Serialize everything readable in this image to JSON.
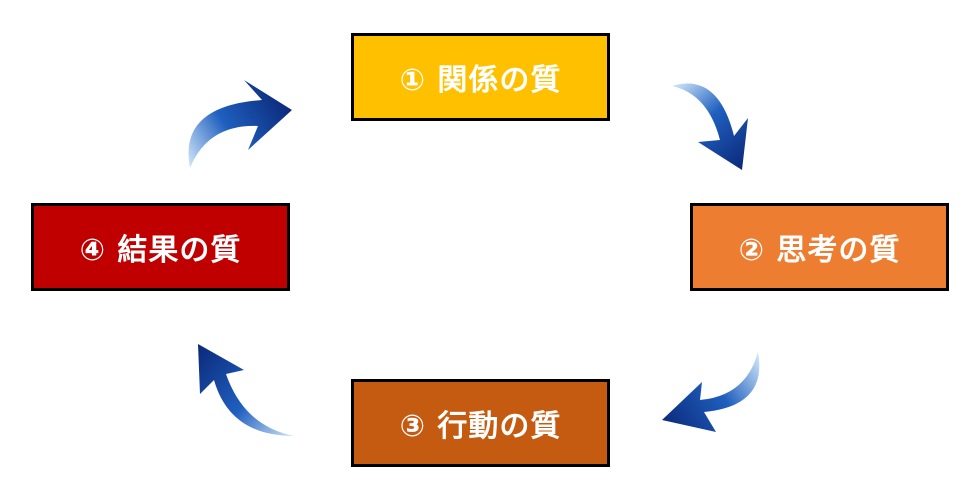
{
  "cycle": {
    "steps": [
      {
        "label": "① 関係の質",
        "color": "#FFC000"
      },
      {
        "label": "② 思考の質",
        "color": "#ED7D31"
      },
      {
        "label": "③ 行動の質",
        "color": "#C55A11"
      },
      {
        "label": "④ 結果の質",
        "color": "#C00000"
      }
    ],
    "arrow_colors": {
      "dark": "#0B2A7A",
      "mid": "#1F5FBF",
      "light": "#CFE6FA"
    }
  }
}
